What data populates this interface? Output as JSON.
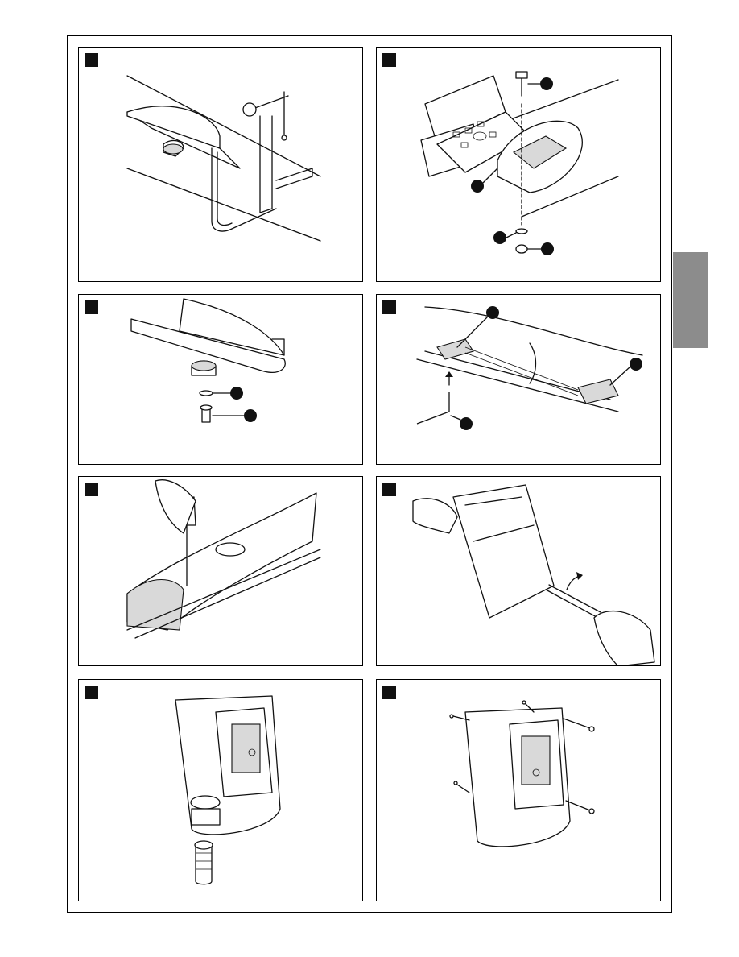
{
  "page": {
    "side_tab_color": "#8c8c8c",
    "marker_color": "#111111"
  },
  "figures": [
    {
      "id": "fig-1",
      "subject": "arm-clamp"
    },
    {
      "id": "fig-2",
      "subject": "bracket-mounting"
    },
    {
      "id": "fig-3",
      "subject": "arm-bolt"
    },
    {
      "id": "fig-4",
      "subject": "arm-slider-screws"
    },
    {
      "id": "fig-5",
      "subject": "screwdriver-arm-end"
    },
    {
      "id": "fig-6",
      "subject": "cover-removal"
    },
    {
      "id": "fig-7",
      "subject": "motor-unit-gland"
    },
    {
      "id": "fig-8",
      "subject": "motor-unit-screws"
    }
  ]
}
